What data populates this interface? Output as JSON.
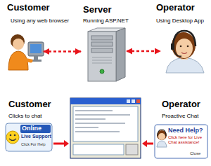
{
  "diagram": {
    "nodes": [
      {
        "text": [
          "Customer",
          "Using any web browser"
        ]
      },
      {
        "text": [
          "Server",
          "Running ASP.NET"
        ]
      },
      {
        "text": [
          "Operator",
          "Using Desktop App"
        ]
      },
      {
        "text": [
          "Customer",
          "Clicks to chat",
          "Online",
          "Live Support",
          "Click For Help"
        ]
      },
      {
        "text": [
          "Operator",
          "Proactive Chat",
          "Need Help?",
          "Click here for Live Chat assistance!",
          "Close"
        ]
      }
    ],
    "edges": [
      {
        "from": 0,
        "to": 1,
        "arrow": "both"
      },
      {
        "from": 1,
        "to": 2,
        "arrow": "both"
      }
    ]
  }
}
